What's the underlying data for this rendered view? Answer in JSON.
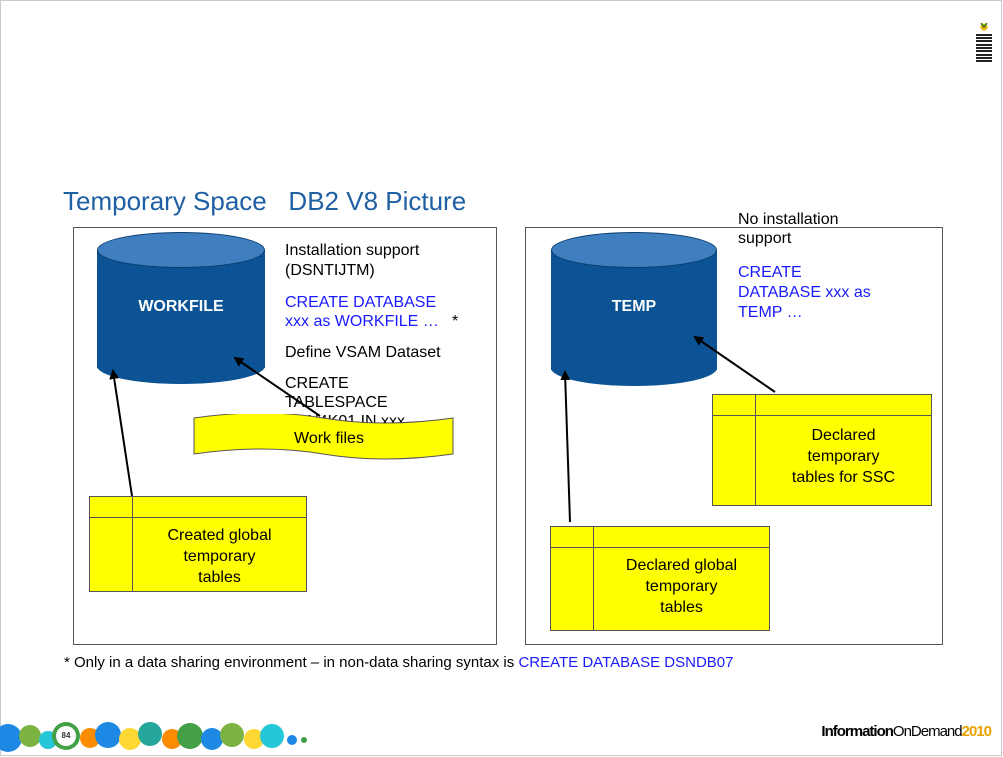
{
  "title": "Temporary Space   DB2 V8 Picture",
  "left_panel": {
    "cylinder_label": "WORKFILE",
    "text_lines": [
      {
        "text": "Installation support",
        "style": "black"
      },
      {
        "text": "(DSNTIJTM)",
        "style": "black"
      },
      {
        "text": "CREATE DATABASE",
        "style": "blue"
      },
      {
        "text": "xxx as WORKFILE …",
        "style": "blue"
      },
      {
        "text": "*",
        "style": "black"
      },
      {
        "text": "Define VSAM Dataset",
        "style": "black"
      },
      {
        "text": "CREATE",
        "style": "black"
      },
      {
        "text": "TABLESPACE",
        "style": "black"
      },
      {
        "text": "DSN4K01 IN xxx …",
        "style": "black"
      }
    ],
    "work_files_label": "Work files",
    "global_table_lines": [
      "Created global",
      "temporary",
      "tables"
    ]
  },
  "right_panel": {
    "cylinder_label": "TEMP",
    "text_lines": [
      {
        "text": "No installation",
        "style": "black"
      },
      {
        "text": "support",
        "style": "black"
      },
      {
        "text": "CREATE",
        "style": "blue"
      },
      {
        "text": "DATABASE xxx as",
        "style": "blue"
      },
      {
        "text": "TEMP …",
        "style": "blue"
      }
    ],
    "ssc_table_lines": [
      "Declared",
      "temporary",
      "tables for SSC"
    ],
    "declared_global_lines": [
      "Declared global",
      "temporary",
      "tables"
    ]
  },
  "footnote": {
    "prefix": "* Only in a data sharing environment – in non-data sharing syntax is ",
    "highlight": "CREATE DATABASE DSNDB07"
  },
  "footer": {
    "page_number": "84",
    "brand_a": "Information",
    "brand_b": "On",
    "brand_c": "Demand",
    "brand_year": "2010"
  },
  "colors": {
    "title": "#1f5fa3",
    "cylinder": "#0b5394",
    "table_fill": "#ffff00",
    "code_text": "#1a1aff"
  },
  "icons": [
    "ibm-logo-icon",
    "footer-pattern-icon"
  ]
}
